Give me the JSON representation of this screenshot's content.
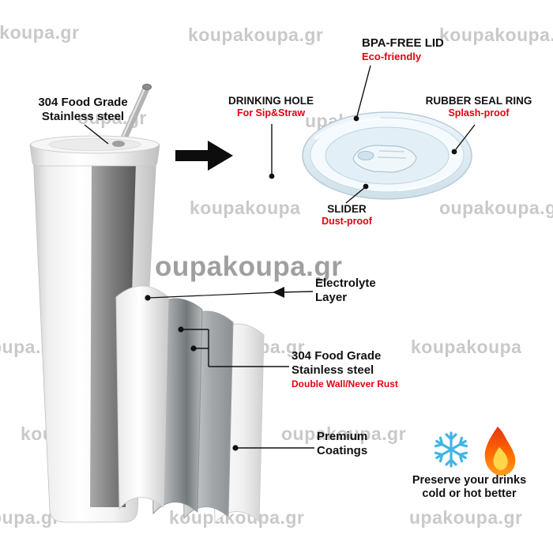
{
  "brand_watermark": "koupakoupa.gr",
  "watermarks": [
    {
      "text": "akoupa.gr"
    },
    {
      "text": "koupakoupa.gr"
    },
    {
      "text": "koupakoupa.gr"
    },
    {
      "text": "oupa.gr"
    },
    {
      "text": "upakoupa.gr"
    },
    {
      "text": "koupakoupa"
    },
    {
      "text": "oupakoupa.gr"
    },
    {
      "text": "oupakoupa.gr"
    },
    {
      "text": "oupa.gr"
    },
    {
      "text": "oupakoupa.gr"
    },
    {
      "text": "koupakoupa"
    },
    {
      "text": "koupa.gr"
    },
    {
      "text": "oupakoupa.gr"
    },
    {
      "text": "oupa.gr"
    },
    {
      "text": "koupakoupa.gr"
    },
    {
      "text": "upakoupa.gr"
    }
  ],
  "callouts": {
    "steel_top": {
      "line1": "304 Food Grade",
      "line2": "Stainless steel"
    },
    "bpa_free_lid": {
      "title": "BPA-FREE LID",
      "subtitle": "Eco-friendly"
    },
    "drinking_hole": {
      "title": "DRINKING HOLE",
      "subtitle": "For Sip&Straw"
    },
    "rubber_seal_ring": {
      "title": "RUBBER SEAL RING",
      "subtitle": "Splash-proof"
    },
    "slider": {
      "title": "SLIDER",
      "subtitle": "Dust-proof"
    },
    "electrolyte_layer": {
      "line1": "Electrolyte",
      "line2": "Layer"
    },
    "steel_wall": {
      "line1": "304 Food Grade",
      "line2": "Stainless steel",
      "subtitle": "Double Wall/Never Rust"
    },
    "premium_coatings": {
      "line1": "Premium",
      "line2": "Coatings"
    },
    "preserve": {
      "line1": "Preserve your drinks",
      "line2": "cold or hot better"
    }
  },
  "icons": {
    "snowflake": "snowflake",
    "flame": "flame",
    "transfer_arrow": "right-arrow"
  },
  "colors": {
    "accent_red": "#e60012",
    "label_black": "#111111",
    "snowflake_blue": "#41b5e5",
    "flame_orange": "#ff6b00",
    "watermark_gray": "#8a8a8a"
  }
}
